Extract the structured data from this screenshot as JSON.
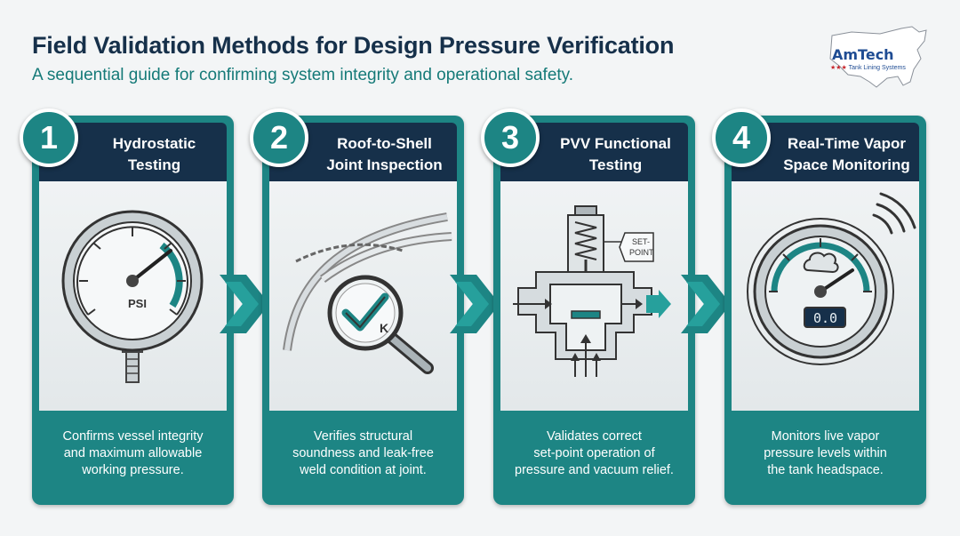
{
  "header": {
    "title": "Field Validation Methods for Design Pressure Verification",
    "subtitle": "A sequential guide for confirming system integrity and operational safety."
  },
  "logo": {
    "name": "AmTech",
    "tagline": "Tank Lining Systems",
    "stars": "★★★"
  },
  "colors": {
    "navy": "#16304a",
    "teal": "#1d8584",
    "accent": "#157a78"
  },
  "steps": [
    {
      "number": "1",
      "title_line1": "Hydrostatic",
      "title_line2": "Testing",
      "icon": "pressure-gauge-icon",
      "icon_label": "PSI",
      "desc_line1": "Confirms vessel integrity",
      "desc_line2": "and maximum allowable",
      "desc_line3": "working pressure."
    },
    {
      "number": "2",
      "title_line1": "Roof-to-Shell",
      "title_line2": "Joint Inspection",
      "icon": "magnifier-check-icon",
      "icon_label": "K",
      "desc_line1": "Verifies structural",
      "desc_line2": "soundness and leak-free",
      "desc_line3": "weld condition at joint."
    },
    {
      "number": "3",
      "title_line1": "PVV Functional",
      "title_line2": "Testing",
      "icon": "pressure-vacuum-valve-icon",
      "icon_label_line1": "SET-",
      "icon_label_line2": "POINT",
      "desc_line1": "Validates correct",
      "desc_line2": "set-point operation of",
      "desc_line3": "pressure and vacuum relief."
    },
    {
      "number": "4",
      "title_line1": "Real-Time Vapor",
      "title_line2": "Space Monitoring",
      "icon": "vapor-monitor-icon",
      "icon_label": "0.0",
      "desc_line1": "Monitors live vapor",
      "desc_line2": "pressure levels within",
      "desc_line3": "the tank headspace."
    }
  ]
}
